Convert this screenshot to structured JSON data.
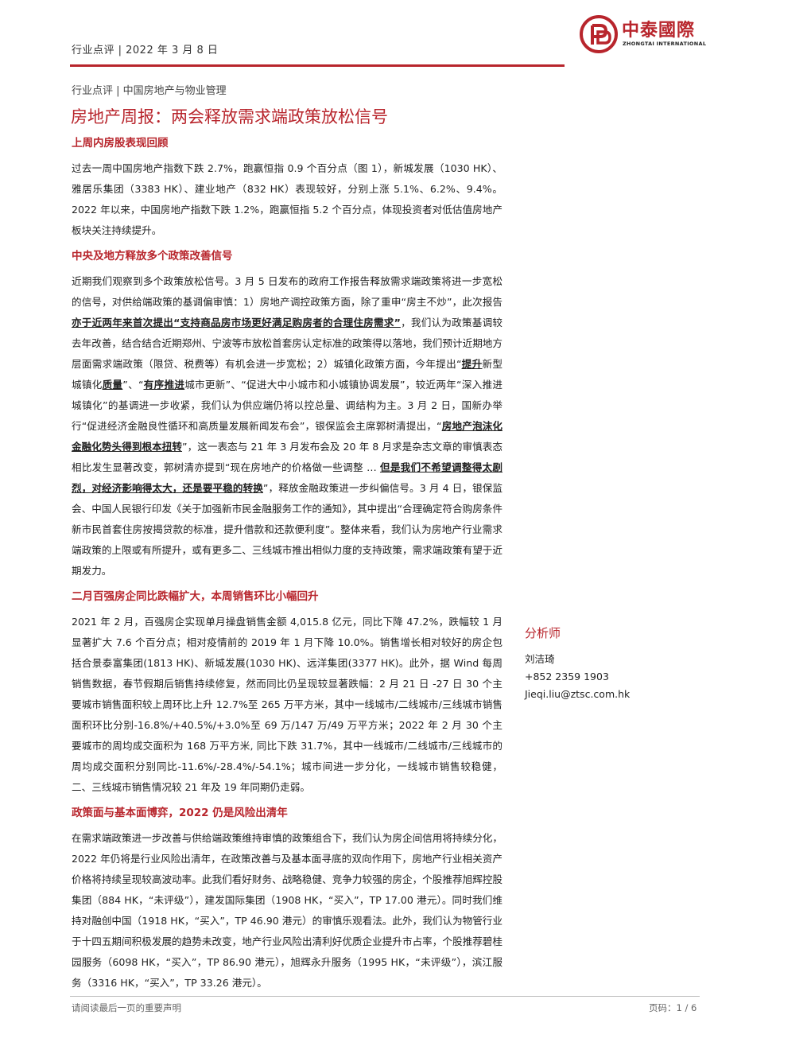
{
  "header": {
    "left": "行业点评 |  2022 年 3 月 8 日",
    "brand_cn": "中泰國際",
    "brand_en": "ZHONGTAI INTERNATIONAL"
  },
  "breadcrumb": "行业点评 | 中国房地产与物业管理",
  "title": "房地产周报：两会释放需求端政策放松信号",
  "sections": {
    "s1": {
      "heading": "上周内房股表现回顾",
      "p1": "过去一周中国房地产指数下跌 2.7%，跑赢恒指 0.9 个百分点（图 1），新城发展（1030 HK）、雅居乐集团（3383 HK）、建业地产（832 HK）表现较好，分别上涨 5.1%、6.2%、9.4%。2022 年以来，中国房地产指数下跌 1.2%，跑赢恒指 5.2 个百分点，体现投资者对低估值房地产板块关注持续提升。"
    },
    "s2": {
      "heading": "中央及地方释放多个政策改善信号",
      "t1": "近期我们观察到多个政策放松信号。3 月 5 日发布的政府工作报告释放需求端政策将进一步宽松的信号，对供给端政策的基调偏审慎：1）房地产调控政策方面，除了重申“房主不炒”，此次报告",
      "e1": "亦于近两年来首次提出“支持商品房市场更好满足购房者的合理住房需求”",
      "t2": "，我们认为政策基调较去年改善，结合结合近期郑州、宁波等市放松首套房认定标准的政策得以落地，我们预计近期地方层面需求端政策（限贷、税费等）有机会进一步宽松；2）城镇化政策方面，今年提出“",
      "e2": "提升",
      "t3": "新型城镇化",
      "e3": "质量",
      "t4": "”、“",
      "e4": "有序推进",
      "t5": "城市更新”、“促进大中小城市和小城镇协调发展”，较近两年“深入推进城镇化”的基调进一步收紧，我们认为供应端仍将以控总量、调结构为主。3 月 2 日，国新办举行“促进经济金融良性循环和高质量发展新闻发布会”，银保监会主席郭树清提出，“",
      "e5": "房地产泡沫化金融化势头得到根本扭转",
      "t6": "”，这一表态与 21 年 3 月发布会及 20 年 8 月求是杂志文章的审慎表态相比发生显著改变，郭树清亦提到“现在房地产的价格做一些调整 … ",
      "e6": "但是我们不希望调整得太剧烈，对经济影响得太大，还是要平稳的转换",
      "t7": "”，释放金融政策进一步纠偏信号。3 月 4 日，银保监会、中国人民银行印发《关于加强新市民金融服务工作的通知》，其中提出“合理确定符合购房条件新市民首套住房按揭贷款的标准，提升借款和还款便利度”。整体来看，我们认为房地产行业需求端政策的上限或有所提升，或有更多二、三线城市推出相似力度的支持政策，需求端政策有望于近期发力。"
    },
    "s3": {
      "heading": "二月百强房企同比跌幅扩大，本周销售环比小幅回升",
      "p1": "2021 年 2 月，百强房企实现单月操盘销售金额 4,015.8 亿元，同比下降 47.2%，跌幅较 1 月显著扩大 7.6 个百分点；相对疫情前的 2019 年 1 月下降 10.0%。销售增长相对较好的房企包括合景泰富集团(1813 HK)、新城发展(1030 HK)、远洋集团(3377 HK)。此外，据 Wind 每周销售数据，春节假期后销售持续修复，然而同比仍呈现较显著跌幅：2 月 21 日 -27 日 30 个主要城市销售面积较上周环比上升 12.7%至 265 万平方米，其中一线城市/二线城市/三线城市销售面积环比分别-16.8%/+40.5%/+3.0%至 69 万/147 万/49 万平方米；2022 年 2 月 30 个主要城市的周均成交面积为 168 万平方米, 同比下跌 31.7%，其中一线城市/二线城市/三线城市的周均成交面积分别同比-11.6%/-28.4%/-54.1%；城市间进一步分化，一线城市销售较稳健，二、三线城市销售情况较 21 年及 19 年同期仍走弱。"
    },
    "s4": {
      "heading": "政策面与基本面博弈，2022 仍是风险出清年",
      "p1": "在需求端政策进一步改善与供给端政策维持审慎的政策组合下，我们认为房企间信用将持续分化，2022 年仍将是行业风险出清年，在政策改善与及基本面寻底的双向作用下，房地产行业相关资产价格将持续呈现较高波动率。此我们看好财务、战略稳健、竞争力较强的房企，个股推荐旭辉控股集团（884 HK，“未评级”），建发国际集团（1908 HK，“买入”，TP 17.00 港元）。同时我们维持对融创中国（1918 HK，“买入”，TP 46.90 港元）的审慎乐观看法。此外，我们认为物管行业于十四五期间积极发展的趋势未改变，地产行业风险出清利好优质企业提升市占率，个股推荐碧桂园服务（6098 HK，“买入”，TP 86.90 港元），旭辉永升服务（1995 HK，“未评级”），滨江服务（3316 HK，“买入”，TP 33.26 港元）。"
    }
  },
  "analyst": {
    "label": "分析师",
    "name": "刘洁琦",
    "phone": "+852 2359 1903",
    "email": "Jieqi.liu@ztsc.com.hk"
  },
  "footer": {
    "left": "请阅读最后一页的重要声明",
    "right": "页码：1 / 6"
  },
  "colors": {
    "accent": "#b8252c"
  }
}
